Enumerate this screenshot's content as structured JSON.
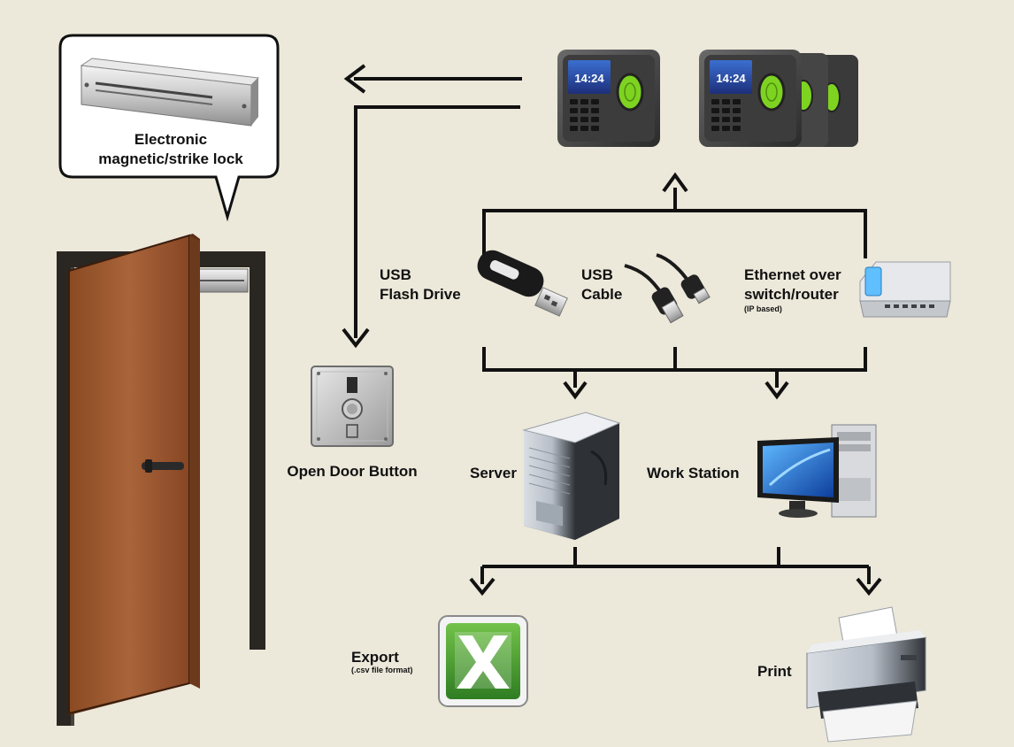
{
  "nodes": {
    "lock": {
      "label_line1": "Electronic",
      "label_line2": "magnetic/strike lock"
    },
    "usb_flash": {
      "label_line1": "USB",
      "label_line2": "Flash Drive"
    },
    "usb_cable": {
      "label_line1": "USB",
      "label_line2": "Cable"
    },
    "ethernet": {
      "label_line1": "Ethernet over",
      "label_line2": "switch/router",
      "note": "(IP based)"
    },
    "open_door": {
      "label": "Open Door Button"
    },
    "server": {
      "label": "Server"
    },
    "workstation": {
      "label": "Work Station"
    },
    "export": {
      "label": "Export",
      "note": "(.csv file format)"
    },
    "print": {
      "label": "Print"
    }
  },
  "terminal_screen_time": "14:24",
  "colors": {
    "background": "#ECE8DA",
    "line": "#111111",
    "door_wood": "#9C5A2E",
    "frame": "#2A2622",
    "fingerprint_green": "#7ED321",
    "excel_green": "#3E9A2E"
  },
  "icons": [
    "magnetic-lock-icon",
    "door-icon",
    "fingerprint-terminal-icon",
    "usb-flash-drive-icon",
    "usb-cable-icon",
    "router-icon",
    "exit-button-icon",
    "server-tower-icon",
    "workstation-icon",
    "excel-icon",
    "printer-icon"
  ]
}
